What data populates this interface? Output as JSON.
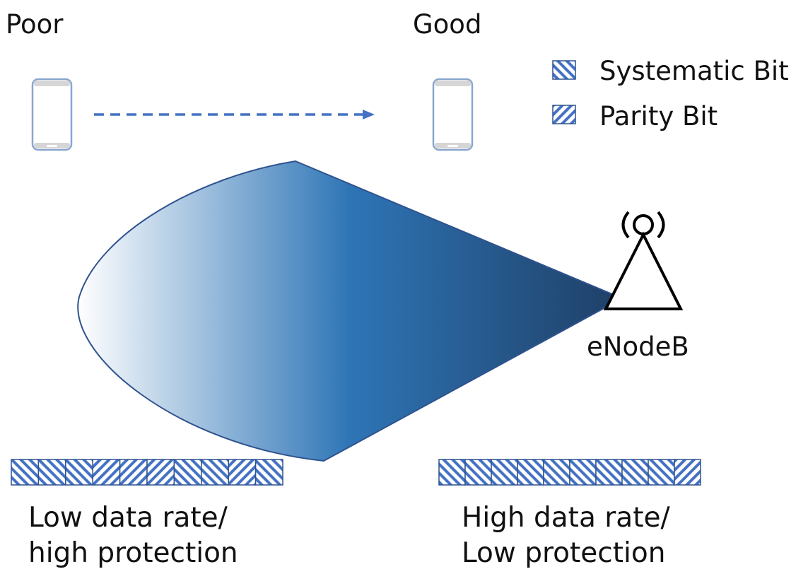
{
  "labels": {
    "poor": "Poor",
    "good": "Good",
    "station": "eNodeB"
  },
  "legend": {
    "items": [
      {
        "label": "Systematic Bit",
        "pattern": "systematic"
      },
      {
        "label": "Parity Bit",
        "pattern": "parity"
      }
    ]
  },
  "bit_blocks": {
    "low": {
      "line1": "Low data rate/",
      "line2": "high protection",
      "bits": [
        "systematic",
        "systematic",
        "systematic",
        "parity",
        "parity",
        "parity",
        "systematic",
        "systematic",
        "parity",
        "systematic"
      ]
    },
    "high": {
      "line1": "High data rate/",
      "line2": "Low protection",
      "bits": [
        "systematic",
        "systematic",
        "systematic",
        "systematic",
        "systematic",
        "systematic",
        "systematic",
        "systematic",
        "systematic",
        "parity"
      ]
    }
  },
  "icons": {
    "phone": "phone-icon",
    "tower": "antenna-tower-icon",
    "arrow": "dashed-arrow-icon"
  },
  "colors": {
    "accent": "#4472C4",
    "beam_light": "#ffffff",
    "beam_mid": "#2e75b6",
    "beam_dark": "#1f4e79",
    "phone_outline": "#8aa6cf",
    "phone_bar": "#d6d6d6"
  }
}
